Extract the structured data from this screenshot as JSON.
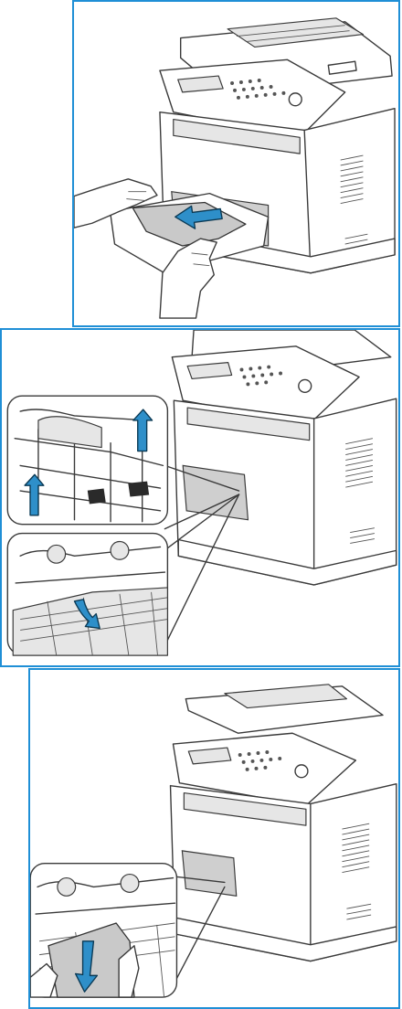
{
  "colors": {
    "frame": "#1f8fd6",
    "arrow": "#2e8fc9",
    "paper": "#c9c9c9",
    "line": "#3a3a3a"
  },
  "panels": [
    {
      "id": "step-1",
      "icons": [
        "printer-icon",
        "paper-tray-icon",
        "hand-icon",
        "jammed-paper-icon",
        "arrow-left-icon"
      ]
    },
    {
      "id": "step-2",
      "icons": [
        "printer-icon",
        "detail-zoom-icon",
        "arrow-up-icon",
        "arrow-down-icon"
      ]
    },
    {
      "id": "step-3",
      "icons": [
        "printer-icon",
        "detail-zoom-icon",
        "jammed-paper-icon",
        "arrow-down-icon"
      ]
    }
  ]
}
